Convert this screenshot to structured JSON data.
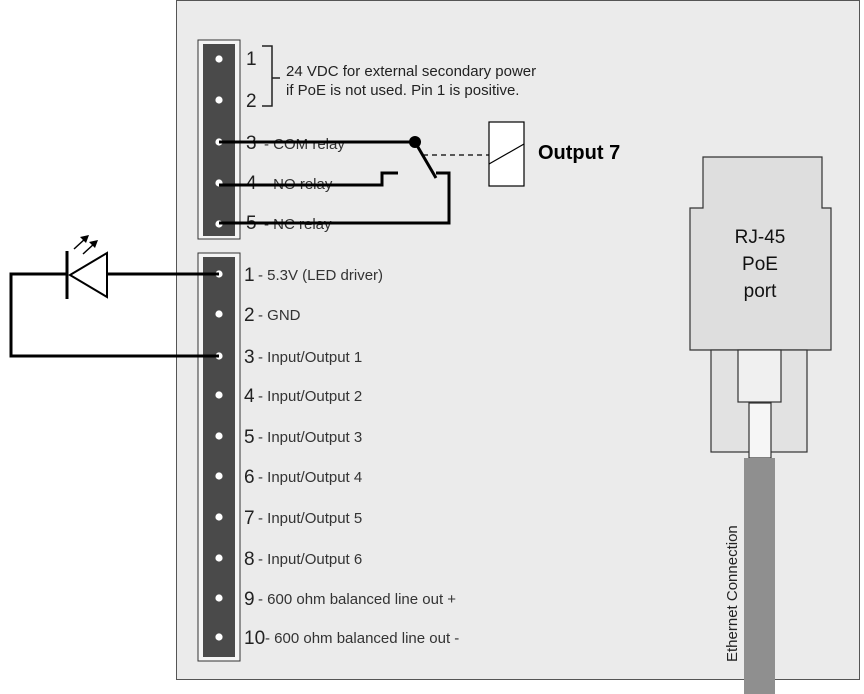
{
  "power_note": {
    "line1": "24 VDC for external secondary power",
    "line2": "if PoE is not used. Pin 1 is positive."
  },
  "top_connector": {
    "pins": [
      {
        "num": "1",
        "label": ""
      },
      {
        "num": "2",
        "label": ""
      },
      {
        "num": "3",
        "label": "- COM relay"
      },
      {
        "num": "4",
        "label": "- NO relay"
      },
      {
        "num": "5",
        "label": "- NC relay"
      }
    ]
  },
  "bottom_connector": {
    "pins": [
      {
        "num": "1",
        "label": " - 5.3V (LED driver)"
      },
      {
        "num": "2",
        "label": " - GND"
      },
      {
        "num": "3",
        "label": " - Input/Output 1"
      },
      {
        "num": "4",
        "label": " - Input/Output 2"
      },
      {
        "num": "5",
        "label": " - Input/Output 3"
      },
      {
        "num": "6",
        "label": " - Input/Output 4"
      },
      {
        "num": "7",
        "label": " - Input/Output 5"
      },
      {
        "num": "8",
        "label": " - Input/Output 6"
      },
      {
        "num": "9",
        "label": " - 600 ohm balanced line out +"
      },
      {
        "num": "10",
        "label": " - 600 ohm balanced line out -"
      }
    ]
  },
  "relay_label": "Output 7",
  "port": {
    "line1": "RJ-45",
    "line2": "PoE",
    "line3": "port"
  },
  "cable_label": "Ethernet Connection",
  "colors": {
    "panel": "#ebebeb",
    "connector": "#4a4a4a",
    "pin_dot": "#ffffff",
    "wire": "#000000",
    "rj45_body": "#dedede",
    "cable": "#8f8f8f"
  }
}
